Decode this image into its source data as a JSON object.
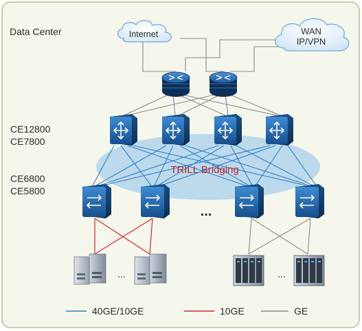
{
  "diagram": {
    "area_title": "Data Center",
    "clouds": {
      "internet": "Internet",
      "wan_line1": "WAN",
      "wan_line2": "IP/VPN"
    },
    "core_layer_labels": [
      "CE12800",
      "CE7800"
    ],
    "access_layer_labels": [
      "CE6800",
      "CE5800"
    ],
    "fabric_label": "TRILL Bridging",
    "access_ellipsis": "...",
    "server_ellipsis": "...",
    "legend": [
      {
        "label": "40GE/10GE",
        "color": "#2f7fc8"
      },
      {
        "label": "10GE",
        "color": "#d9262b"
      },
      {
        "label": "GE",
        "color": "#8a8a8a"
      }
    ]
  },
  "colors": {
    "panel_fill": "#f6f7ec",
    "panel_border": "#b9bf8c",
    "trill_ellipse": "#b6d6ec",
    "trill_text": "#c0242c",
    "device_blue": "#1f6db5",
    "device_dark": "#123e72",
    "router_dark": "#0e2f57"
  }
}
